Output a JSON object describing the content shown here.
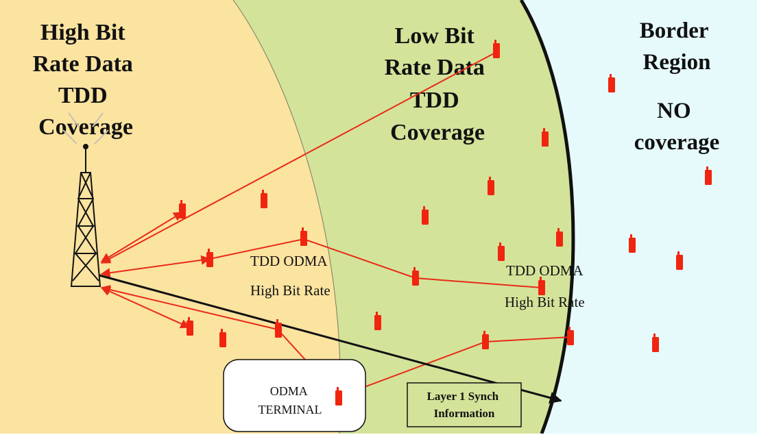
{
  "colors": {
    "high_zone": "#fbe3a0",
    "low_zone": "#d3e39a",
    "border_zone": "#e6fafc",
    "boundary": "#111111",
    "link": "#e82a17",
    "terminal": "#f0250f",
    "sync_arrow": "#111111",
    "box_fill": "#ffffff"
  },
  "zones": {
    "high": [
      "High Bit",
      "Rate Data",
      "TDD",
      "Coverage"
    ],
    "low": [
      "Low Bit",
      "Rate Data",
      "TDD",
      "Coverage"
    ],
    "border": [
      "Border",
      "Region"
    ],
    "no_coverage": [
      "NO",
      "coverage"
    ]
  },
  "labels": {
    "odma_1": "TDD ODMA",
    "rate_1": "High Bit Rate",
    "odma_2": "TDD ODMA",
    "rate_2": "High Bit Rate",
    "odma_terminal": [
      "ODMA",
      "TERMINAL"
    ],
    "sync": [
      "Layer 1 Synch",
      "Information"
    ]
  },
  "icons": {
    "base_station": "radio-tower-icon",
    "mobile_terminal": "mobile-phone-icon"
  }
}
